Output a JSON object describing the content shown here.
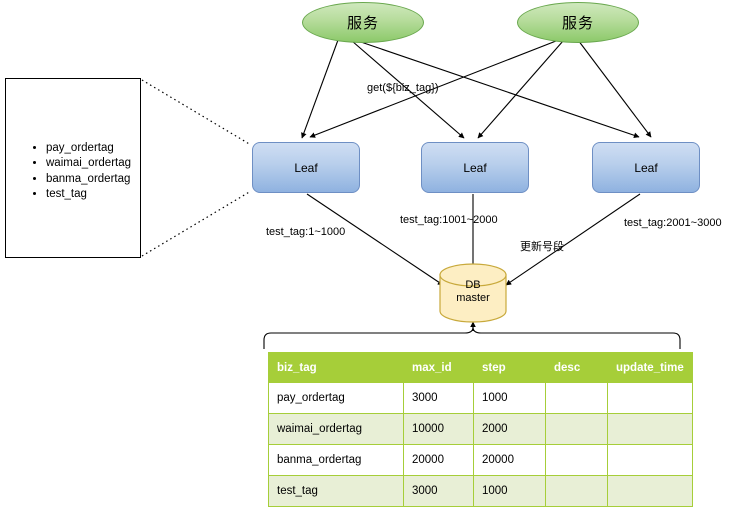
{
  "diagram": {
    "callout": {
      "name": "biz-tag-list-panel",
      "items": [
        "pay_ordertag",
        "waimai_ordertag",
        "banma_ordertag",
        "test_tag"
      ]
    },
    "services": [
      {
        "label": "服务"
      },
      {
        "label": "服务"
      }
    ],
    "leaves": [
      {
        "label": "Leaf"
      },
      {
        "label": "Leaf"
      },
      {
        "label": "Leaf"
      }
    ],
    "database": {
      "line1": "DB",
      "line2": "master"
    },
    "edge_labels": {
      "get_call": "get(${biz_tag})",
      "range_1": "test_tag:1~1000",
      "range_2": "test_tag:1001~2000",
      "range_3": "test_tag:2001~3000",
      "update_segment": "更新号段"
    },
    "colors": {
      "service_fill": "#b6dc9b",
      "service_stroke": "#6aa84f",
      "leaf_fill": "#b9cfec",
      "leaf_stroke": "#6e8fc4",
      "db_fill": "#fdeec3",
      "db_stroke": "#c8a93b",
      "table_header": "#a6ce39",
      "table_row_alt": "#e8efd6",
      "line": "#000000"
    }
  },
  "table": {
    "columns": [
      "biz_tag",
      "max_id",
      "step",
      "desc",
      "update_time"
    ],
    "rows": [
      {
        "biz_tag": "pay_ordertag",
        "max_id": "3000",
        "step": "1000",
        "desc": "",
        "update_time": ""
      },
      {
        "biz_tag": "waimai_ordertag",
        "max_id": "10000",
        "step": "2000",
        "desc": "",
        "update_time": ""
      },
      {
        "biz_tag": "banma_ordertag",
        "max_id": "20000",
        "step": "20000",
        "desc": "",
        "update_time": ""
      },
      {
        "biz_tag": "test_tag",
        "max_id": "3000",
        "step": "1000",
        "desc": "",
        "update_time": ""
      }
    ]
  }
}
